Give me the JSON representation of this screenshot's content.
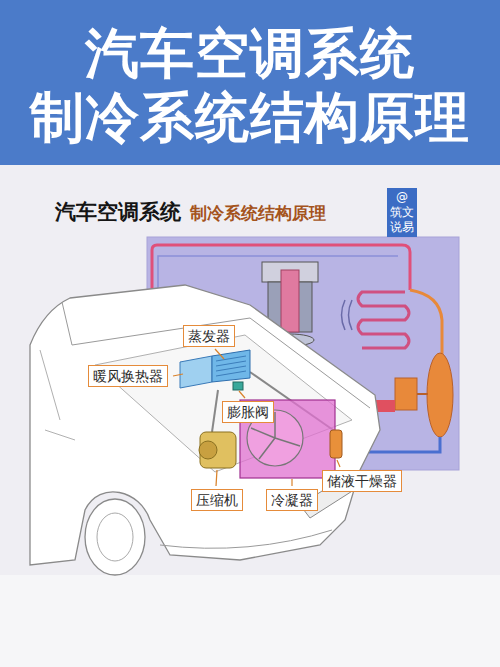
{
  "diagram": {
    "title": "汽车空调系统 制冷系统结构原理",
    "nodes": [
      {
        "text": [
          "@筑文 说易"
        ]
      },
      {
        "text": [
          "蒸发器"
        ]
      },
      {
        "text": [
          "暖风换热器"
        ]
      },
      {
        "text": [
          "膨胀阀"
        ]
      },
      {
        "text": [
          "储液干燥器"
        ]
      },
      {
        "text": [
          "压缩机"
        ]
      },
      {
        "text": [
          "冷凝器"
        ]
      }
    ],
    "labels": [
      "汽车空调系统",
      "制冷系统结构原理"
    ]
  }
}
